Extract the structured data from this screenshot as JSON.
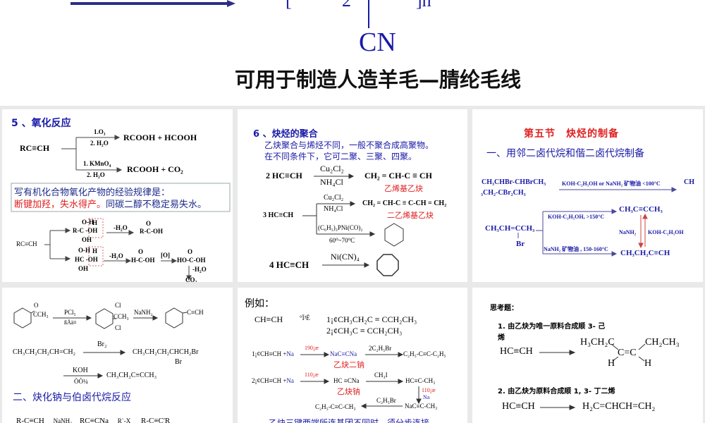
{
  "top": {
    "bracket_left": "[",
    "sub2": "2",
    "bracket_right": "]n",
    "cn": "CN",
    "caption": "可用于制造人造羊毛—腈纶毛线",
    "colors": {
      "blue": "#1a1aa8",
      "arrow": "#2b2f86"
    }
  },
  "p1": {
    "title": "5 、氧化反应",
    "reactant": "RC≡CH",
    "r1_top": "1.O₃",
    "r1_bot": "2. H₂O",
    "r1_prod": "RCOOH  +  HCOOH",
    "r2_top": "1. KMnO₄",
    "r2_bot": "2. H₂O",
    "r2_prod": "RCOOH  +  CO₂",
    "rule_line1": "写有机化合物氧化产物的经验规律是：",
    "rule_red": "断键加羟，失水得产。",
    "rule_blue": "同碳二醇不稳定易失水。",
    "mech": {
      "start": "RC≡CH",
      "u1": "O-H",
      "u2": "R-C -OH",
      "u3": "OH",
      "uh": "H",
      "u_arrow": "-H₂O",
      "u_o": "O",
      "u_prod": "R-C-OH",
      "l1": "O-H",
      "l2": "HC -OH",
      "l3": "OH",
      "lh": "H",
      "l_arrow": "-H₂O",
      "l_o": "O",
      "l_prod": "H-C-OH",
      "l_ox": "[O]",
      "l_o2": "O",
      "l_prod2": "HO-C-OH",
      "l_dw": "-H₂O",
      "l_final": "CO₂"
    }
  },
  "p2": {
    "title": "6 、炔烃的聚合",
    "line1": "乙炔聚合与烯烃不同，一般不聚合成高聚物。",
    "line2": "在不同条件下，它可二聚、三聚、四聚。",
    "r1": {
      "reactant": "2 HC≡CH",
      "top": "Cu₂Cl₂",
      "bot": "NH₄Cl",
      "prod": "CH₂ = CH-C ≡ CH",
      "name": "乙烯基乙炔"
    },
    "r2": {
      "reactant": "3 HC≡CH",
      "top": "Cu₂Cl₂",
      "bot": "NH₄Cl",
      "prod": "CH₂ = CH-C ≡ C-CH = CH₂",
      "name": "二乙烯基乙炔",
      "top2": "(C₆H₅)₃PNi(CO)₂",
      "bot2": "60⁰~70⁰C"
    },
    "r3": {
      "reactant": "4 HC≡CH",
      "top": "Ni(CN)₄"
    }
  },
  "p3": {
    "title": "第五节　炔烃的制备",
    "subtitle": "一、用邻二卤代烷和偕二卤代烷制备",
    "s1": "CH₃CHBr-CHBrCH₃",
    "s2": "₃CH₂-CBr₂CH₃",
    "cond1": "KOH-C₂H₅OH  or NaNH₂  矿物油    <100°C",
    "prod1": "CH",
    "reactant": "CH₃CH=CCH₃",
    "br": "Br",
    "cond_up": "KOH-C₂H₅OH,  >150°C",
    "cond_dn": "NaNH₂ 矿物油   , 150-160°C",
    "prod_up": "CH₃C≡CCH₃",
    "prod_dn": "CH₃CH₂C≡CH",
    "iso_l": "NaNH₂",
    "iso_r": "KOH-C₂H₅OH"
  },
  "p4": {
    "o": "O",
    "acetyl": "CCH₃",
    "pcl5": "PCl₅",
    "garbled1": "ßÅä¤",
    "cl1": "Cl",
    "cch3": "CCH₃",
    "cl2": "Cl",
    "nanh2": "NaNH₂",
    "ethynyl": "C≡CH",
    "alkene": "CH₃CH₂CH₂CH=CH₂",
    "br2": "Br₂",
    "dibromide": "CH₃CH₂CH₂CHCH₂Br",
    "br": "Br",
    "koh": "KOH",
    "garbled2": "ÒÒ¼",
    "alkyne": "CH₃CH₂C≡CCH₃",
    "section": "二、炔化钠与伯卤代烷反应",
    "bottom": {
      "r": "R-C≡CH",
      "c1": "NaNH₂",
      "m": "RC≡CNa",
      "c2": "R`-X",
      "p": "R-C≡C'R"
    }
  },
  "p5": {
    "title": "例如：",
    "start": "CH≡CH",
    "garbled": "°Ï³É",
    "t1": "1¡¢CH₃CH₂C ≡ CCH₂CH₃",
    "t2": "2¡¢CH₃C ≡ CCH₂CH₃",
    "a": {
      "r": "1¡¢CH≡CH +",
      "na": "Na",
      "temp": "190¡æ",
      "m": "NaC≡CNa",
      "c": "2C₂H₅Br",
      "p": "C₂H₅-C≡C-C₂H₅",
      "name": "乙炔二钠"
    },
    "b": {
      "r": "2¡¢CH≡CH +",
      "na": "Na",
      "temp": "110¡æ",
      "m": "HC ≡CNa",
      "c": "CH₃I",
      "p": "HC≡C-CH₃",
      "name": "乙炔钠",
      "temp2": "110¡æ",
      "na2": "Na",
      "m2": "NaC≡C-CH₃",
      "c2": "C₂H₅Br",
      "p2": "C₂H₅-C≡C-CH₃"
    },
    "note": "乙炔三键两端所连基团不同时，须分步连接，"
  },
  "p6": {
    "title": "思考题：",
    "q1": "1. 由乙炔为唯一原料合成顺 3- 己",
    "q1b": "烯",
    "start1": "HC≡CH",
    "l1": "H₃CH₂C",
    "r1": "CH₂CH₃",
    "cc": "C=C",
    "h1": "H",
    "h2": "H",
    "q2": "2. 由乙炔为原料合成顺 1, 3- 丁二烯",
    "start2": "HC≡CH",
    "prod2": "H₂C=CHCH=CH₂"
  }
}
